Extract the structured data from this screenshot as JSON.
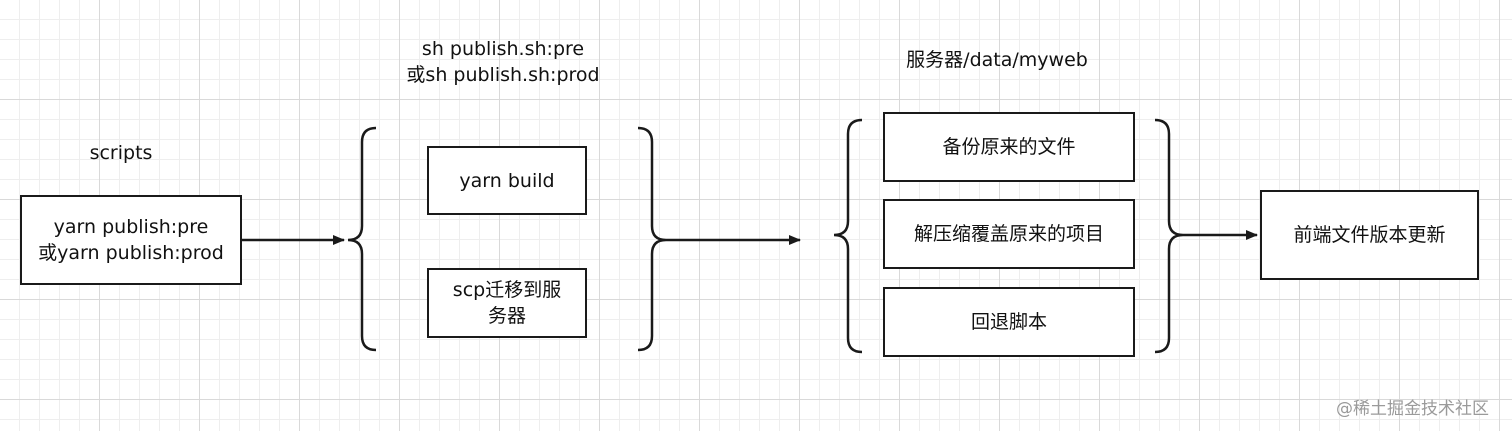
{
  "labels": {
    "scripts": "scripts",
    "shell_line1": "sh publish.sh:pre",
    "shell_line2": "或sh publish.sh:prod",
    "server_path": "服务器/data/myweb"
  },
  "boxes": {
    "yarn_publish_line1": "yarn publish:pre",
    "yarn_publish_line2": "或yarn publish:prod",
    "yarn_build": "yarn build",
    "scp_line1": "scp迁移到服",
    "scp_line2": "务器",
    "backup": "备份原来的文件",
    "unzip": "解压缩覆盖原来的项目",
    "rollback": "回退脚本",
    "frontend_update": "前端文件版本更新"
  },
  "watermark": "@稀土掘金技术社区",
  "colors": {
    "stroke": "#1a1a1a",
    "grid_major": "#d9d9d9",
    "grid_minor": "#eeeeee",
    "watermark": "#9a9a9a"
  }
}
